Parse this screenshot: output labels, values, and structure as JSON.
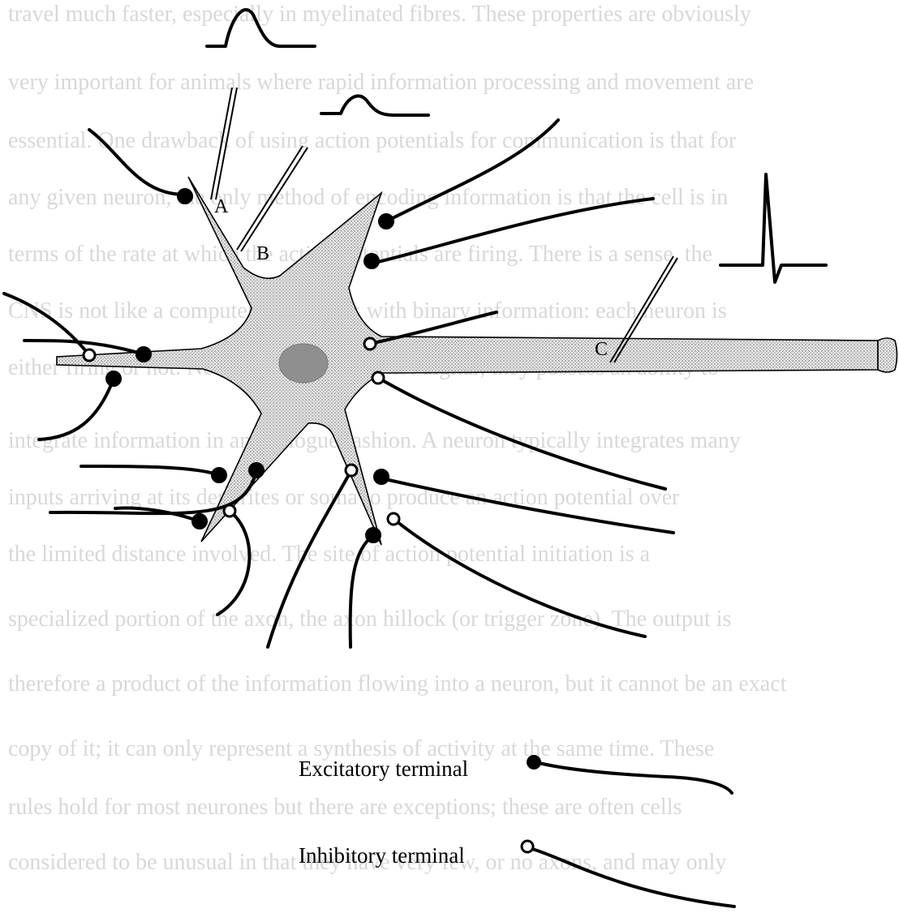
{
  "background_text": [
    "travel much faster, especially in myelinated fibres. These properties are obviously",
    "very important for animals where rapid information processing and movement are",
    "essential. One drawback of using action potentials for communication is that for",
    "any given neuron, the only method of encoding information is that the cell is in",
    "terms of the rate at which the action potentials are firing. There is a sense, the",
    "CNS is not like a computer: it operates with binary information: each neuron is",
    "either firing or not. Neurons however are not digital; they possess an ability to",
    "integrate information in an analogue fashion. A neuron typically integrates many",
    "inputs arriving at its dendrites or soma to produce an action potential over",
    "the limited distance involved. The site of action potential initiation is a",
    "specialized portion of the axon, the axon hillock (or trigger zone). The output is",
    "therefore a product of the information flowing into a neuron, but it cannot be an exact",
    "copy of it; it can only represent a synthesis of activity at the same time. These",
    "rules hold for most neurones but there are exceptions; these are often cells",
    "considered to be unusual in that they have very few, or no axons, and may only"
  ],
  "labels": {
    "point_a": "A",
    "point_b": "B",
    "point_c": "C"
  },
  "legend": {
    "excitatory": "Excitatory terminal",
    "inhibitory": "Inhibitory terminal"
  },
  "colors": {
    "soma_fill": "#d6d6d6",
    "nucleus_fill": "#8e8e8e",
    "line": "#000000"
  }
}
